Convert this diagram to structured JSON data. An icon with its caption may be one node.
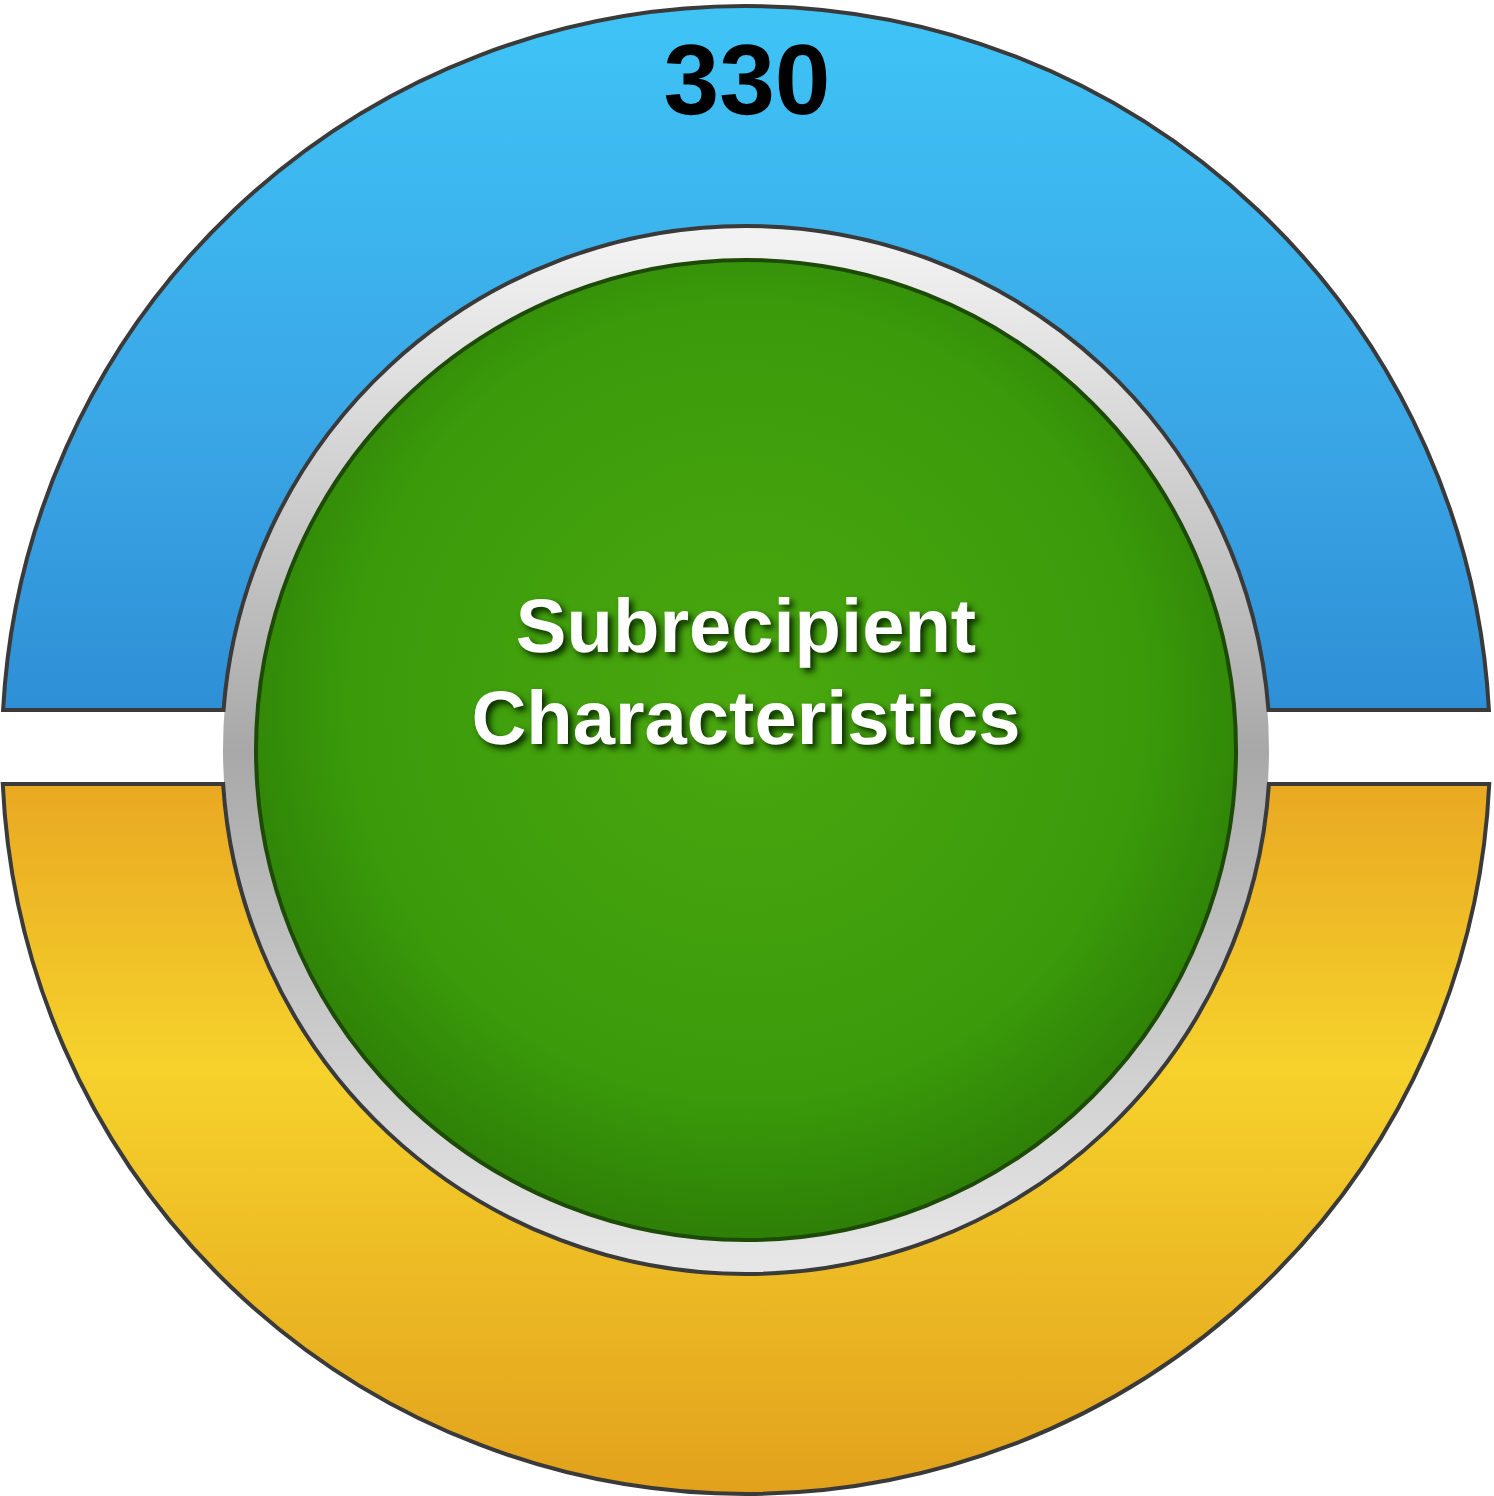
{
  "diagram": {
    "nodes": [
      {
        "text": [
          "330"
        ]
      },
      {
        "text": [
          "Subrecipient Characteristics"
        ]
      },
      {
        "text": [],
        "shape": "band"
      }
    ]
  }
}
